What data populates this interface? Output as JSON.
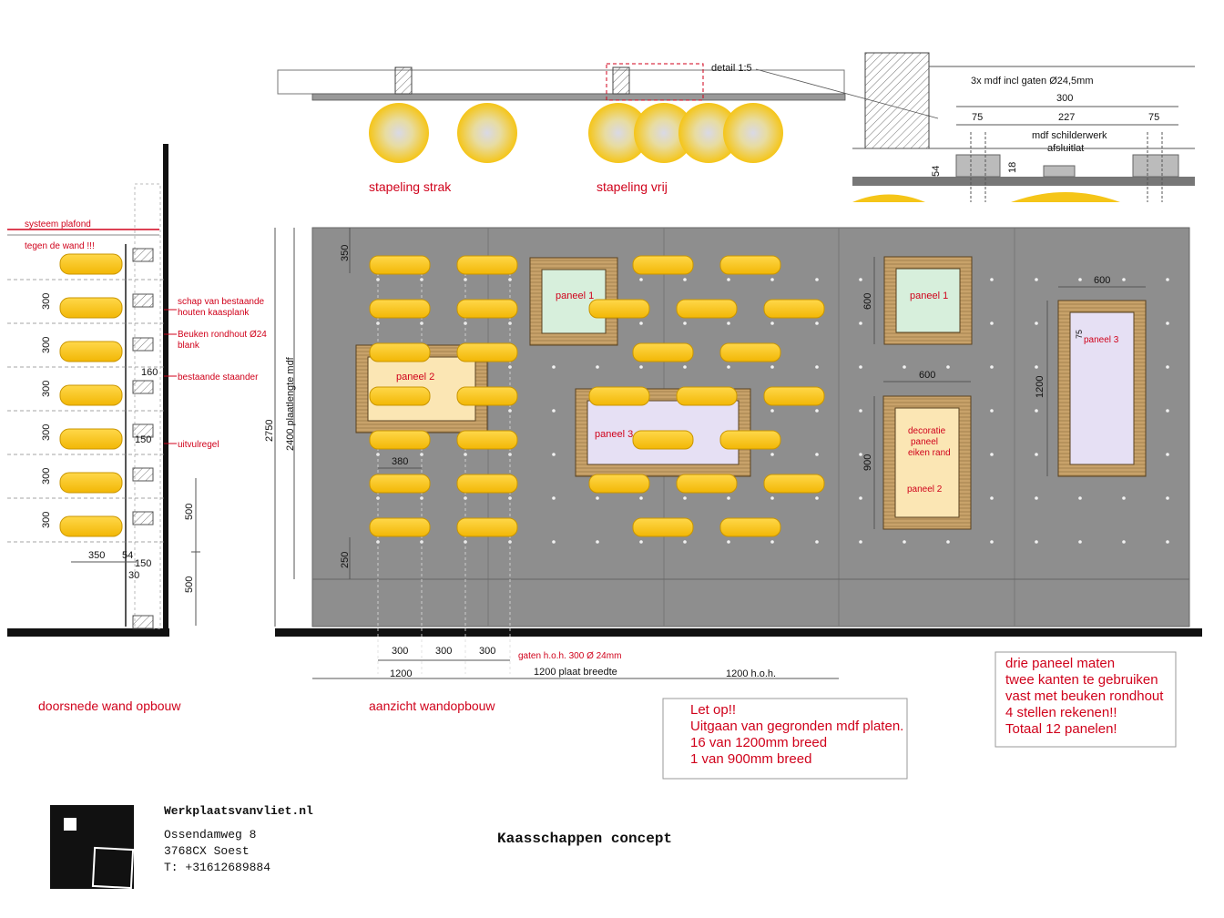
{
  "top_section": {
    "stapeling_strak": "stapeling strak",
    "stapeling_vrij": "stapeling vrij",
    "detail_label": "detail 1:5"
  },
  "detail": {
    "mdf_note": "3x mdf incl gaten Ø24,5mm",
    "dim_total": "300",
    "dim_left": "75",
    "dim_mid": "227",
    "dim_right": "75",
    "paint_note": "mdf schilderwerk",
    "strip_note": "afsluitlat",
    "dim_54": "54",
    "dim_18": "18"
  },
  "section_view": {
    "title": "doorsnede wand opbouw",
    "notes": {
      "systeem_plafond": "systeem plafond",
      "tegen_wand": "tegen de wand !!!",
      "schap_line1": "schap van bestaande",
      "schap_line2": "houten kaasplank",
      "beuken_line1": "Beuken rondhout Ø24",
      "beuken_line2": "blank",
      "staander": "bestaande staander",
      "uitvulregel": "uitvulregel"
    },
    "dims": {
      "spacing": [
        "300",
        "300",
        "300",
        "300",
        "300",
        "300"
      ],
      "d160": "160",
      "d150a": "150",
      "d500a": "500",
      "d500b": "500",
      "d350": "350",
      "d54": "54",
      "d150b": "150",
      "d30": "30"
    }
  },
  "elevation": {
    "title": "aanzicht wandopbouw",
    "dim_2750": "2750",
    "dim_2400": "2400 plaatlengte mdf",
    "dim_350": "350",
    "dim_250": "250",
    "dim_380": "380",
    "hole_spacing": [
      "300",
      "300",
      "300"
    ],
    "holes_note": "gaten h.o.h. 300 Ø 24mm",
    "dim_1200a": "1200",
    "dim_1200b": "1200 plaat breedte",
    "dim_1200c": "1200 h.o.h.",
    "panels": {
      "paneel1": "paneel 1",
      "paneel2": "paneel 2",
      "paneel3": "paneel 3",
      "deco1": "decoratie",
      "deco2": "paneel",
      "deco3": "eiken rand"
    },
    "panel_dims": {
      "p1_h": "600",
      "p2_w": "600",
      "p2_h": "900",
      "p3_w": "600",
      "p3_h": "1200",
      "p3_75": "75"
    }
  },
  "note_box": {
    "lines": [
      "Let op!!",
      "Uitgaan van gegronden mdf platen.",
      "16 van 1200mm breed",
      "1 van 900mm breed"
    ]
  },
  "panel_box": {
    "lines": [
      "drie paneel maten",
      "twee kanten te gebruiken",
      "vast met beuken rondhout",
      "4 stellen rekenen!!",
      "Totaal 12 panelen!"
    ]
  },
  "footer": {
    "company": "Werkplaatsvanvliet.nl",
    "address1": "Ossendamweg 8",
    "address2": "3768CX Soest",
    "phone": "T: +31612689884",
    "title": "Kaasschappen concept"
  },
  "colors": {
    "accent_red": "#d0021b",
    "cheese_yellow": "#f5c518",
    "board_grey": "#8e8e8e",
    "frame_wood": "#c8a26a"
  }
}
